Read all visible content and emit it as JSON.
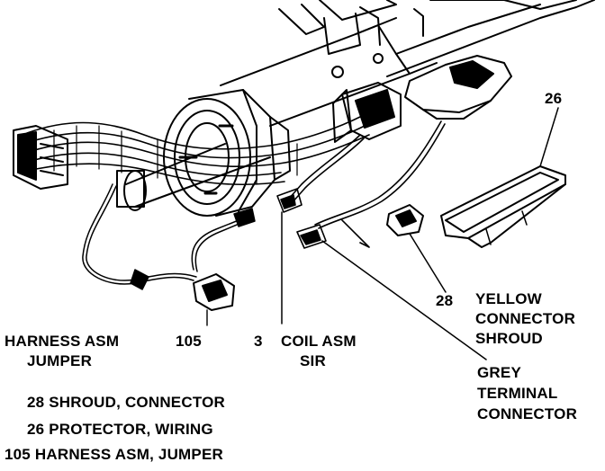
{
  "labels": {
    "num_26": "26",
    "num_28": "28",
    "yellow_l1": "YELLOW",
    "yellow_l2": "CONNECTOR",
    "yellow_l3": "SHROUD",
    "harness_l1": "HARNESS ASM",
    "harness_l2": "JUMPER",
    "num_105": "105",
    "num_3": "3",
    "coil_l1": "COIL ASM",
    "coil_l2": "SIR",
    "grey_l1": "GREY",
    "grey_l2": "TERMINAL",
    "grey_l3": "CONNECTOR"
  },
  "legend": [
    "28 SHROUD, CONNECTOR",
    "26 PROTECTOR, WIRING",
    "105 HARNESS ASM, JUMPER"
  ],
  "colors": {
    "ink": "#000000",
    "paper": "#ffffff"
  }
}
